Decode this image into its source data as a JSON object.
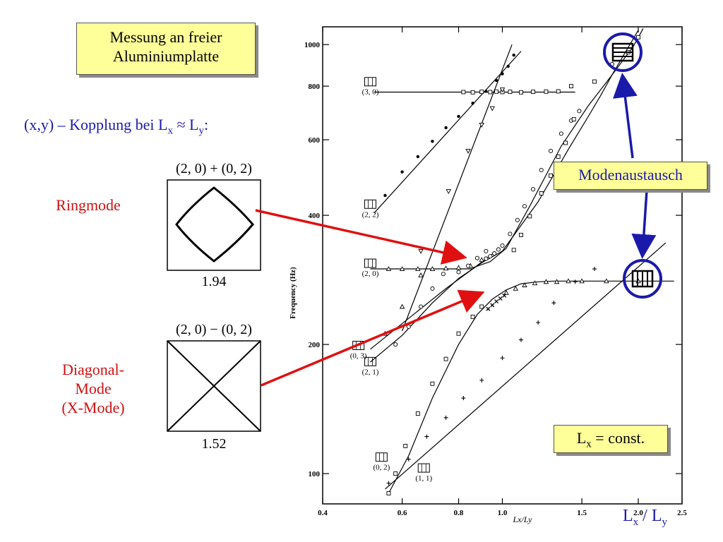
{
  "slide": {
    "title_line1": "Messung an freier",
    "title_line2": "Aluminiumplatte",
    "coupling_prefix": "(x,y) – Kopplung bei L",
    "coupling_sub1": "x",
    "coupling_mid": " ≈ L",
    "coupling_sub2": "y",
    "coupling_suffix": ":",
    "ringmode_label": "Ringmode",
    "diagonal_line1": "Diagonal-",
    "diagonal_line2": "Mode",
    "diagonal_line3": "(X-Mode)",
    "ring_combo": "(2, 0) + (0, 2)",
    "ring_value": "1.94",
    "diag_combo": "(2, 0) − (0, 2)",
    "diag_value": "1.52",
    "modenaustausch": "Modenaustausch",
    "lx_const_prefix": "L",
    "lx_const_sub": "x",
    "lx_const_suffix": " = const.",
    "ratio_l1": "L",
    "ratio_s1": "x",
    "ratio_mid": " / L",
    "ratio_s2": "y"
  },
  "colors": {
    "accent_red": "#e01010",
    "accent_blue": "#1a1aaa",
    "box_yellow": "#ffff99"
  },
  "chart_data": {
    "type": "scatter",
    "xscale": "log",
    "yscale": "log",
    "xlim": [
      0.4,
      2.5
    ],
    "ylim": [
      85,
      1100
    ],
    "xlabel": "Lx/Ly",
    "ylabel": "Frequency (Hz)",
    "xticks": [
      0.4,
      0.6,
      0.8,
      1.0,
      1.5,
      2.0,
      2.5
    ],
    "xtick_labels": [
      "0.4",
      "0.6",
      "0.8",
      "1.0",
      "1.5",
      "2.0",
      "2.5"
    ],
    "yticks": [
      100,
      200,
      400,
      600,
      800,
      1000
    ],
    "ytick_labels": [
      "100",
      "200",
      "400",
      "600",
      "800",
      "1000"
    ],
    "mode_labels": [
      {
        "text": "(3, 0)",
        "x": 0.51,
        "y": 795
      },
      {
        "text": "(2, 2)",
        "x": 0.51,
        "y": 412
      },
      {
        "text": "(2, 0)",
        "x": 0.51,
        "y": 300
      },
      {
        "text": "(0, 3)",
        "x": 0.48,
        "y": 193
      },
      {
        "text": "(2, 1)",
        "x": 0.51,
        "y": 177
      },
      {
        "text": "(0, 2)",
        "x": 0.54,
        "y": 106
      },
      {
        "text": "(1, 1)",
        "x": 0.67,
        "y": 100
      }
    ],
    "series": [
      {
        "marker": "dot",
        "values_x": [
          0.55,
          0.6,
          0.65,
          0.7,
          0.75,
          0.8,
          0.86,
          0.92,
          0.97,
          1.0,
          1.03,
          1.06
        ],
        "values_y": [
          445,
          505,
          548,
          595,
          640,
          680,
          730,
          778,
          825,
          855,
          890,
          945
        ]
      },
      {
        "marker": "square",
        "values_x": [
          0.82,
          0.86,
          0.9,
          0.94,
          0.97,
          1.0,
          1.04,
          1.1,
          1.17,
          1.25,
          1.33,
          1.42
        ],
        "values_y": [
          775,
          774,
          776,
          775,
          777,
          775,
          776,
          774,
          776,
          777,
          778,
          800
        ]
      },
      {
        "marker": "invtriangle",
        "values_x": [
          0.66,
          0.76,
          0.84,
          0.9,
          0.95,
          1.0
        ],
        "values_y": [
          330,
          455,
          565,
          650,
          710,
          785
        ]
      },
      {
        "marker": "triangle",
        "values_x": [
          0.56,
          0.6,
          0.65,
          0.7,
          0.75,
          0.8,
          0.85,
          0.9
        ],
        "values_y": [
          300,
          300,
          300,
          300,
          301,
          302,
          305,
          315
        ]
      },
      {
        "marker": "circle",
        "values_x": [
          0.92,
          0.94,
          0.96,
          0.98,
          1.0,
          1.04,
          1.08,
          1.12,
          1.17,
          1.22,
          1.28,
          1.35,
          1.42,
          1.48,
          1.75
        ],
        "values_y": [
          317,
          321,
          326,
          333,
          340,
          362,
          390,
          420,
          460,
          510,
          565,
          620,
          665,
          700,
          900
        ]
      },
      {
        "marker": "circle",
        "values_x": [
          0.58,
          0.62,
          0.66,
          0.7,
          0.74,
          0.8,
          0.84,
          0.88,
          0.92
        ],
        "values_y": [
          200,
          220,
          245,
          270,
          292,
          295,
          305,
          318,
          330
        ]
      },
      {
        "marker": "square",
        "values_x": [
          1.06,
          1.1,
          1.15,
          1.22,
          1.28,
          1.33,
          1.38,
          1.44,
          1.6,
          1.9,
          2.0
        ],
        "values_y": [
          332,
          360,
          398,
          450,
          495,
          548,
          590,
          670,
          820,
          960,
          1040
        ]
      },
      {
        "marker": "triangle",
        "values_x": [
          0.55,
          0.6,
          0.66
        ],
        "values_y": [
          212,
          245,
          290
        ]
      },
      {
        "marker": "square",
        "values_x": [
          0.56,
          0.58,
          0.61,
          0.65,
          0.7,
          0.75,
          0.8,
          0.86,
          0.9
        ],
        "values_y": [
          90,
          100,
          116,
          138,
          162,
          185,
          212,
          232,
          245
        ]
      },
      {
        "marker": "triangle",
        "values_x": [
          1.02,
          1.07,
          1.12,
          1.18,
          1.25,
          1.32,
          1.4,
          1.5,
          1.7,
          2.0
        ],
        "values_y": [
          264,
          270,
          275,
          278,
          280,
          280,
          281,
          281,
          281,
          281
        ]
      },
      {
        "marker": "xcross",
        "values_x": [
          0.93,
          0.95,
          0.97,
          0.99,
          1.01
        ],
        "values_y": [
          242,
          247,
          252,
          256,
          260
        ]
      },
      {
        "marker": "plus",
        "values_x": [
          0.56,
          0.62,
          0.68,
          0.75,
          0.82,
          0.9,
          1.0,
          1.1,
          1.2,
          1.3,
          1.45,
          1.6
        ],
        "values_y": [
          95,
          108,
          122,
          135,
          150,
          165,
          186,
          205,
          225,
          250,
          280,
          300
        ]
      }
    ],
    "trend_lines": [
      {
        "x": [
          0.52,
          1.1
        ],
        "y": [
          405,
          965
        ]
      },
      {
        "x": [
          0.52,
          1.45
        ],
        "y": [
          775,
          775
        ]
      },
      {
        "x": [
          0.6,
          1.05
        ],
        "y": [
          215,
          1000
        ]
      },
      {
        "x": [
          0.51,
          0.86
        ],
        "y": [
          300,
          300
        ]
      },
      {
        "x": [
          0.86,
          0.94,
          1.02,
          1.15,
          1.35,
          1.55,
          1.75,
          1.95,
          2.05
        ],
        "y": [
          302,
          312,
          335,
          420,
          580,
          720,
          850,
          990,
          1090
        ]
      },
      {
        "x": [
          0.51,
          0.62,
          0.75,
          0.86,
          0.95
        ],
        "y": [
          195,
          230,
          270,
          300,
          325
        ]
      },
      {
        "x": [
          0.51,
          0.6,
          0.7,
          0.8,
          0.9,
          1.0
        ],
        "y": [
          182,
          210,
          250,
          285,
          310,
          330
        ]
      },
      {
        "x": [
          1.0,
          1.2,
          1.4,
          1.55,
          1.65,
          1.75,
          2.0
        ],
        "y": [
          330,
          430,
          570,
          680,
          760,
          850,
          1080
        ]
      },
      {
        "x": [
          0.56,
          0.62,
          0.7,
          0.8,
          0.88,
          0.95,
          1.02,
          1.1,
          1.2,
          1.3,
          2.4
        ],
        "y": [
          90,
          110,
          150,
          200,
          235,
          255,
          268,
          277,
          280,
          281,
          281
        ]
      },
      {
        "x": [
          0.55,
          2.3
        ],
        "y": [
          92,
          345
        ]
      }
    ]
  }
}
